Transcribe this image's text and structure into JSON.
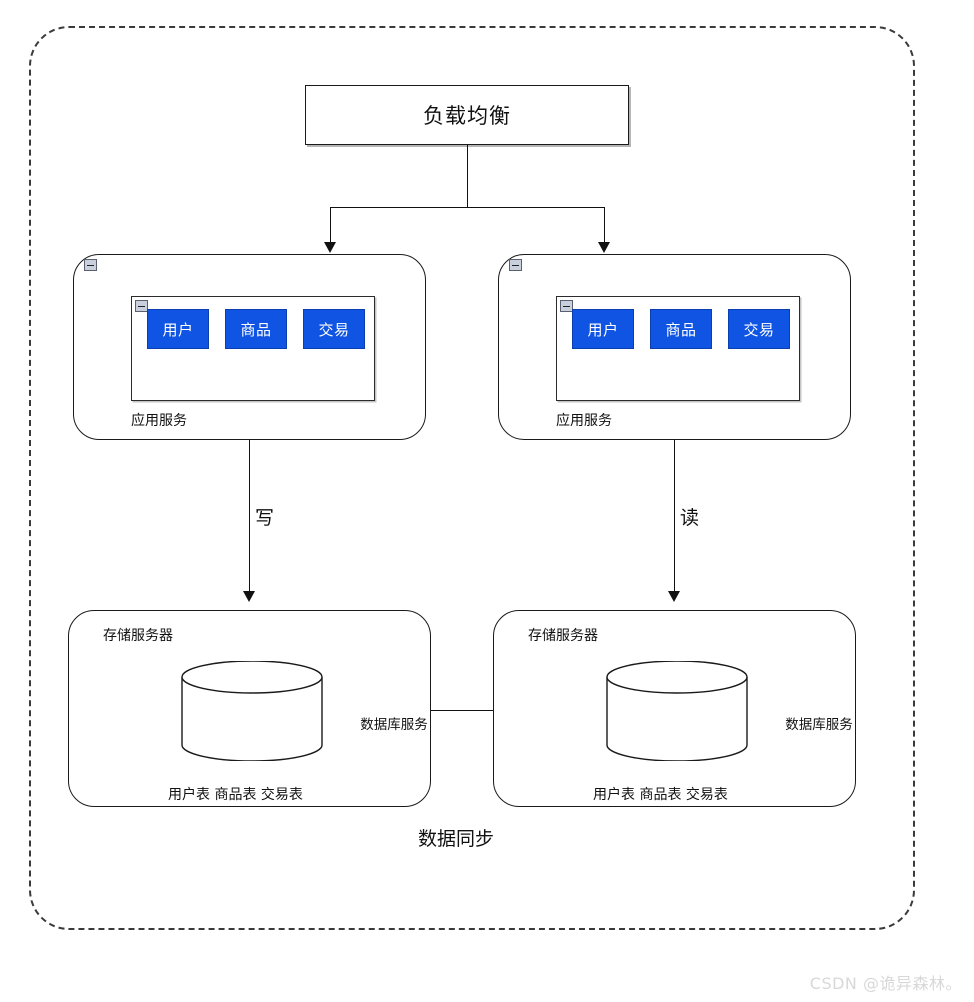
{
  "diagram": {
    "type": "architecture-diagram",
    "load_balancer": {
      "label": "负载均衡"
    },
    "app_servers": [
      {
        "id": "app-left",
        "container_label": "应用服务",
        "services": [
          "用户",
          "商品",
          "交易"
        ],
        "collapse_icon": "minus-icon"
      },
      {
        "id": "app-right",
        "container_label": "应用服务",
        "services": [
          "用户",
          "商品",
          "交易"
        ],
        "collapse_icon": "minus-icon"
      }
    ],
    "edges": [
      {
        "id": "edge-write",
        "label": "写",
        "from": "app-left",
        "to": "storage-left"
      },
      {
        "id": "edge-read",
        "label": "读",
        "from": "app-right",
        "to": "storage-right"
      }
    ],
    "storage_servers": [
      {
        "id": "storage-left",
        "title": "存储服务器",
        "database_label": "数据库服务",
        "tables_label": "用户表 商品表 交易表"
      },
      {
        "id": "storage-right",
        "title": "存储服务器",
        "database_label": "数据库服务",
        "tables_label": "用户表 商品表 交易表"
      }
    ],
    "sync_label": "数据同步",
    "colors": {
      "service_chip_fill": "#1054e3",
      "service_chip_text": "#ffffff",
      "stroke": "#111111",
      "watermark": "#d8d8d8"
    }
  },
  "watermark": {
    "text": "CSDN @诡异森林。"
  }
}
